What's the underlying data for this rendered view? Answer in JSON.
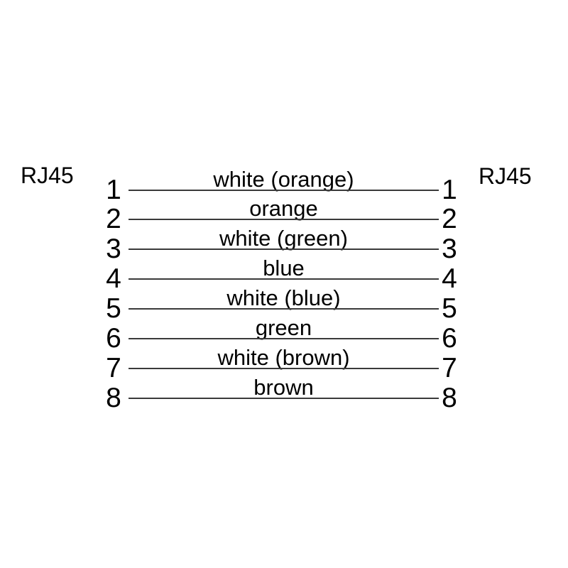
{
  "connectors": {
    "left": "RJ45",
    "right": "RJ45"
  },
  "rows": [
    {
      "left_pin": "1",
      "wire_color": "white (orange)",
      "right_pin": "1"
    },
    {
      "left_pin": "2",
      "wire_color": "orange",
      "right_pin": "2"
    },
    {
      "left_pin": "3",
      "wire_color": "white (green)",
      "right_pin": "3"
    },
    {
      "left_pin": "4",
      "wire_color": "blue",
      "right_pin": "4"
    },
    {
      "left_pin": "5",
      "wire_color": "white (blue)",
      "right_pin": "5"
    },
    {
      "left_pin": "6",
      "wire_color": "green",
      "right_pin": "6"
    },
    {
      "left_pin": "7",
      "wire_color": "white (brown)",
      "right_pin": "7"
    },
    {
      "left_pin": "8",
      "wire_color": "brown",
      "right_pin": "8"
    }
  ],
  "colors": {
    "background": "#ffffff",
    "text": "#000000",
    "wire_line": "#3a3a3a"
  }
}
